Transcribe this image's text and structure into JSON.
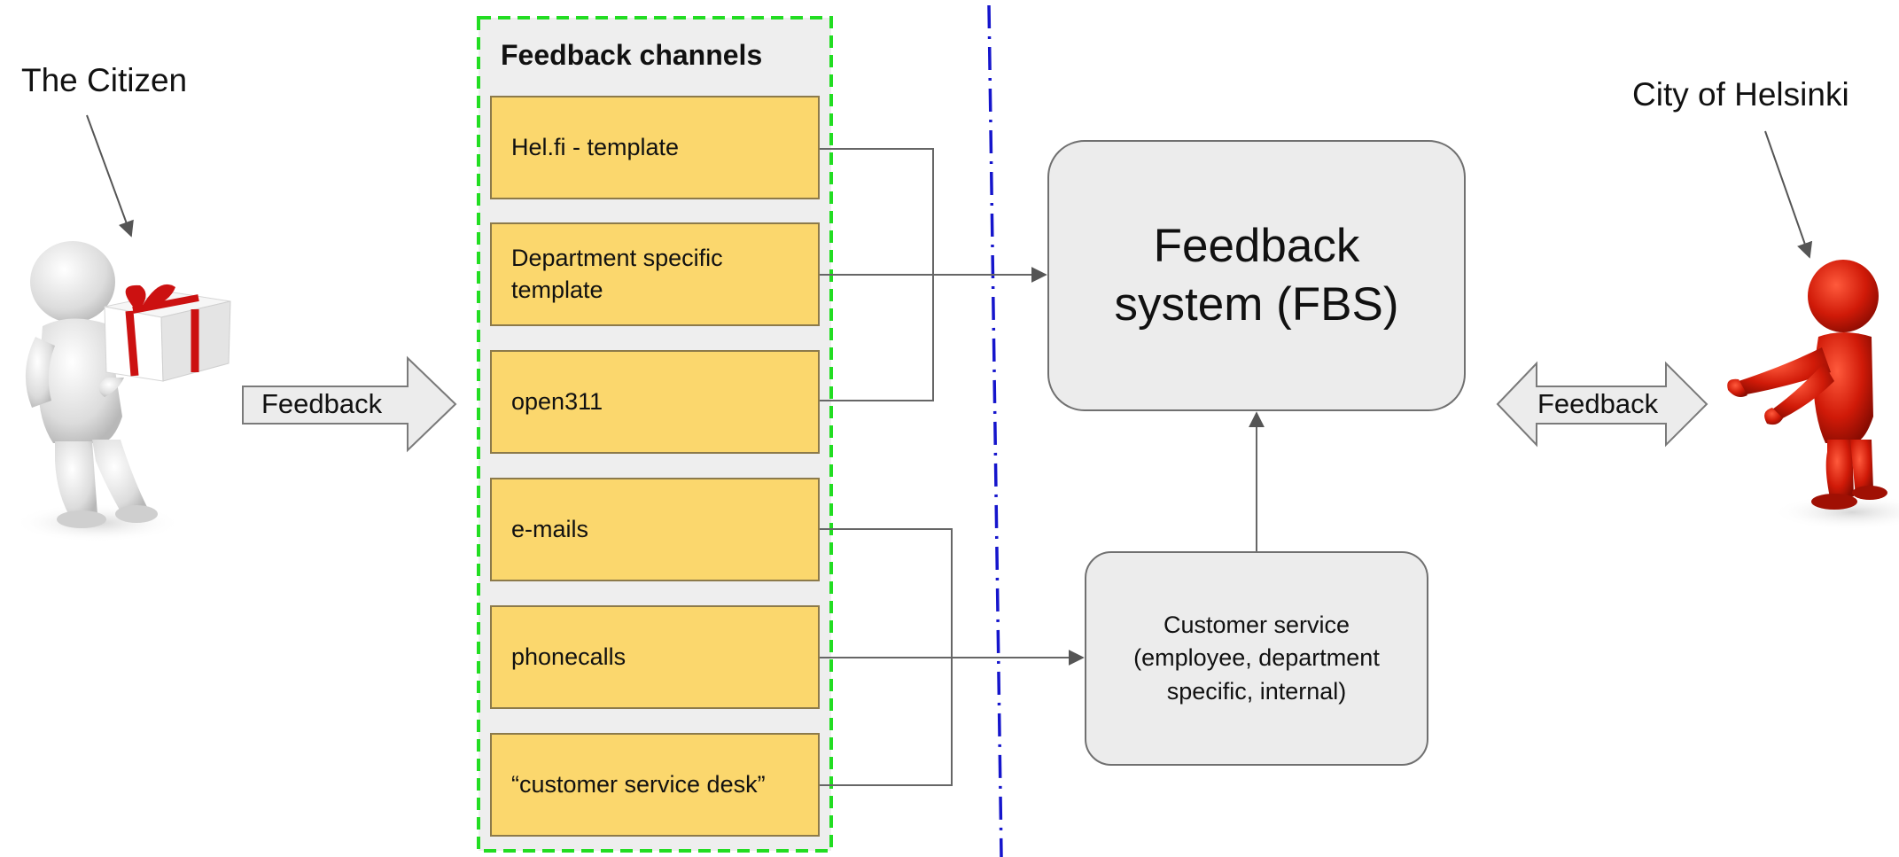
{
  "actors": {
    "citizen_label": "The Citizen",
    "city_label": "City of Helsinki"
  },
  "arrows": {
    "left_feedback": "Feedback",
    "right_feedback": "Feedback"
  },
  "channels": {
    "title": "Feedback channels",
    "items": [
      "Hel.fi - template",
      "Department specific template",
      "open311",
      "e-mails",
      "phonecalls",
      "“customer service desk”"
    ]
  },
  "fbs": {
    "line1": "Feedback",
    "line2": "system (FBS)"
  },
  "customer_service": {
    "line1": "Customer service",
    "line2": "(employee, department",
    "line3": "specific, internal)"
  },
  "colors": {
    "channel_fill": "#fbd76d",
    "channel_group_border": "#22dd22",
    "divider": "#1515cc",
    "box_fill": "#ececec",
    "city_figure": "#cc1a0c",
    "citizen_figure": "#e4e4e4",
    "gift_ribbon": "#cc1111"
  }
}
